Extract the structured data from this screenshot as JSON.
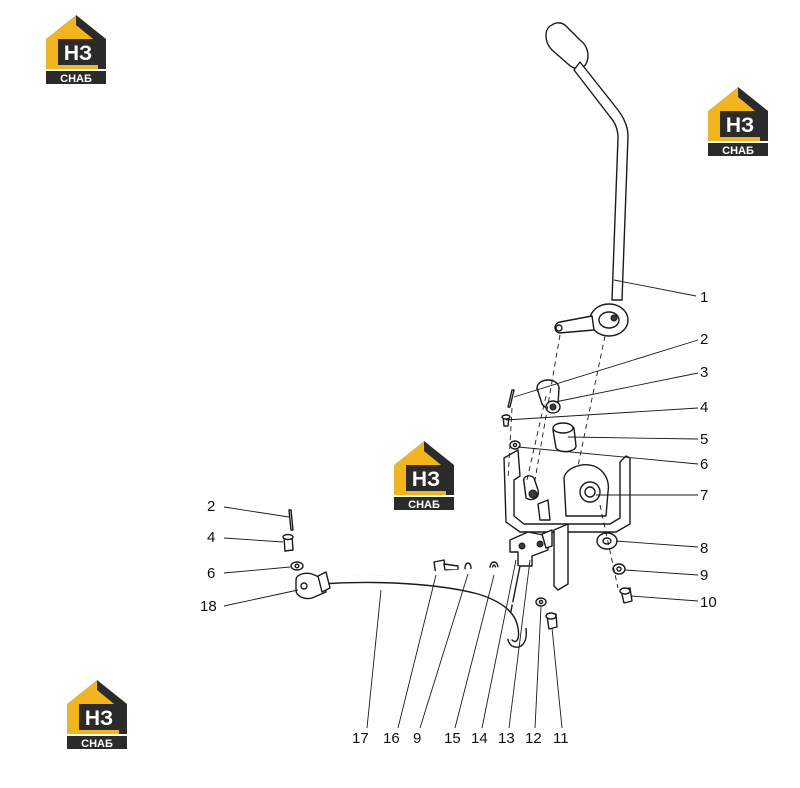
{
  "logo": {
    "primary": "НЗ",
    "secondary": "СНАБ",
    "accent_color": "#f2b51c",
    "dark_color": "#2b2b2b"
  },
  "callouts": {
    "c1": "1",
    "c2a": "2",
    "c3": "3",
    "c4a": "4",
    "c5": "5",
    "c6a": "6",
    "c7": "7",
    "c8": "8",
    "c9a": "9",
    "c10": "10",
    "c2b": "2",
    "c4b": "4",
    "c6b": "6",
    "c18": "18",
    "c17": "17",
    "c16": "16",
    "c9b": "9",
    "c15": "15",
    "c14": "14",
    "c13": "13",
    "c12": "12",
    "c11": "11"
  }
}
